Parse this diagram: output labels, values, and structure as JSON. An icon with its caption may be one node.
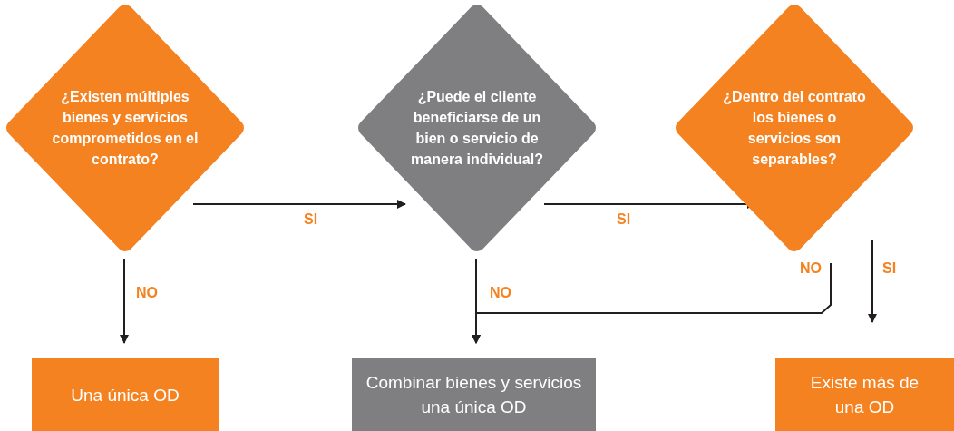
{
  "diagram": {
    "nodes": [
      {
        "text": [
          "¿Existen múltiples bienes y servicios comprometidos en el contrato?"
        ]
      },
      {
        "text": [
          "¿Puede el cliente beneficiarse de un bien o servicio de manera individual?"
        ]
      },
      {
        "text": [
          "¿Dentro del contrato los bienes o servicios son separables?"
        ]
      },
      {
        "text": [
          "Una única OD"
        ]
      },
      {
        "text": [
          "Combinar bienes y servicios una única OD"
        ]
      },
      {
        "text": [
          "Existe más de una OD"
        ]
      }
    ],
    "edges": [
      {
        "from": 0,
        "to": 1,
        "arrow": "to",
        "label": "SI"
      },
      {
        "from": 1,
        "to": 2,
        "arrow": "to",
        "label": "SI"
      },
      {
        "from": 0,
        "to": 3,
        "arrow": "to",
        "label": "NO"
      },
      {
        "from": 1,
        "to": 4,
        "arrow": "to",
        "label": "NO"
      },
      {
        "from": 2,
        "to": 4,
        "arrow": "to",
        "label": "NO"
      },
      {
        "from": 2,
        "to": 5,
        "arrow": "to",
        "label": "SI"
      }
    ]
  }
}
